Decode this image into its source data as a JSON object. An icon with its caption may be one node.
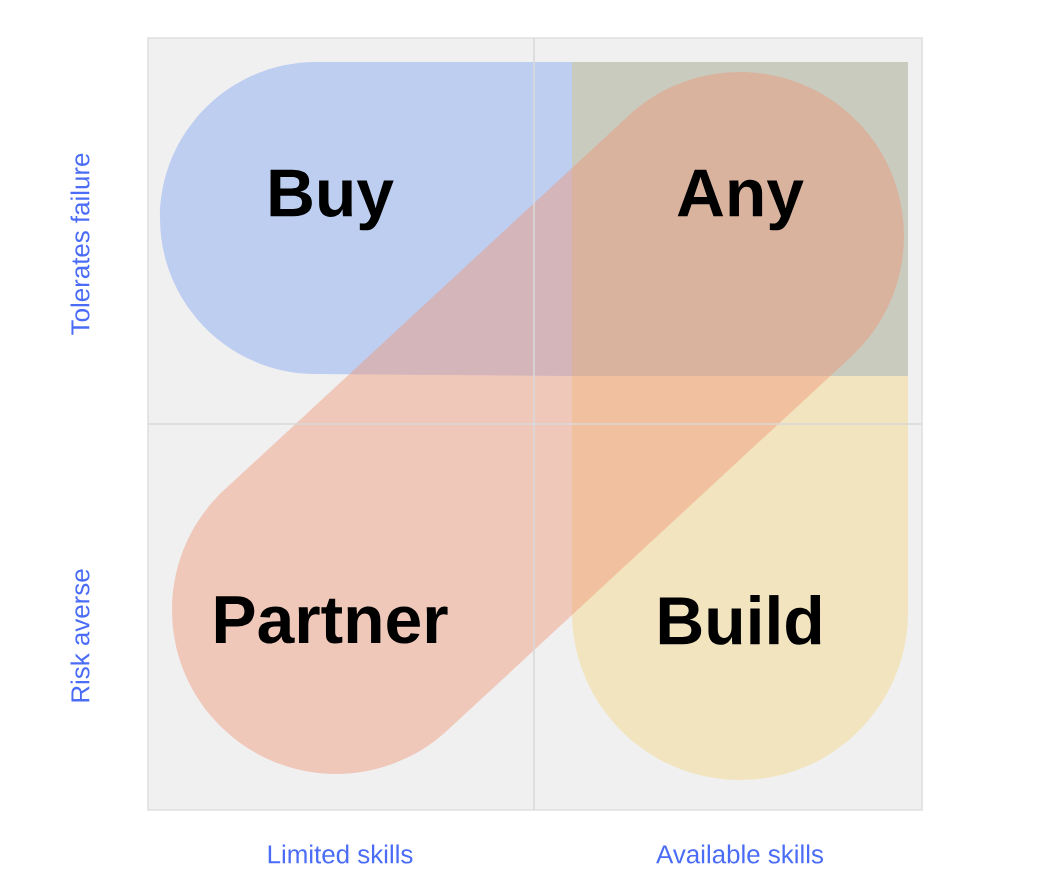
{
  "diagram": {
    "nodes": [
      {
        "text": [
          "Buy"
        ]
      },
      {
        "text": [
          "Any"
        ]
      },
      {
        "text": [
          "Partner"
        ]
      },
      {
        "text": [
          "Build"
        ]
      }
    ],
    "labels": [
      "Tolerates failure",
      "Risk averse",
      "Limited skills",
      "Available skills"
    ]
  }
}
